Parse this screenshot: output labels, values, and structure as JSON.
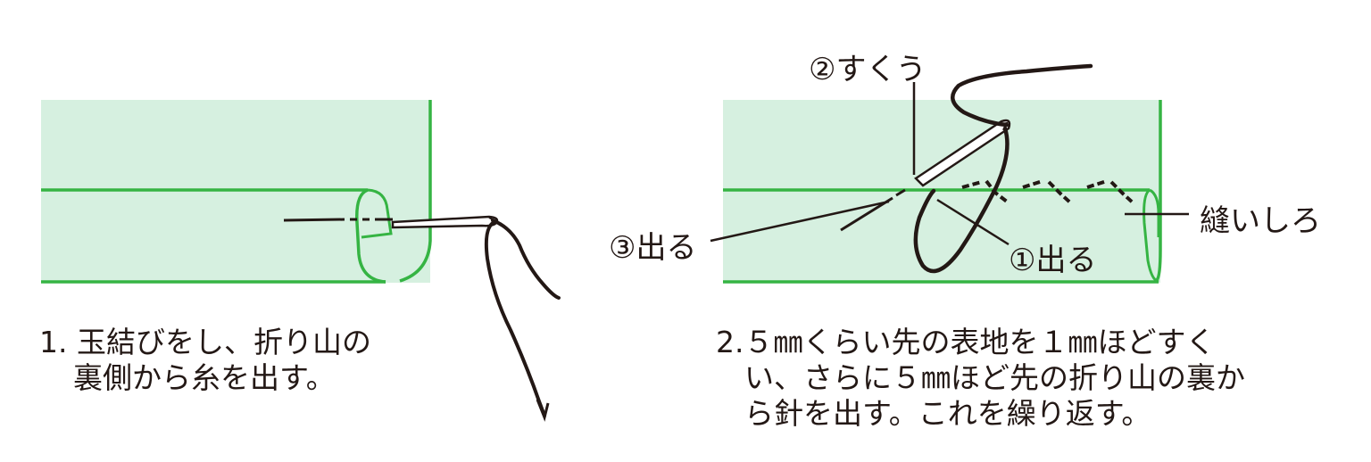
{
  "colors": {
    "fabric_fill": "#d6f0e0",
    "fabric_edge": "#35b443",
    "thread": "#231815",
    "needle": "#231815",
    "background": "#ffffff"
  },
  "panel1": {
    "caption_line1": "1. 玉結びをし、折り山の",
    "caption_line2": "裏側から糸を出す。"
  },
  "panel2": {
    "label_scoop": "②すくう",
    "label_out3": "③出る",
    "label_out1": "①出る",
    "label_seam_allowance": "縫いしろ",
    "caption_line1": "2.５㎜くらい先の表地を１㎜ほどすく",
    "caption_line2": "い、さらに５㎜ほど先の折り山の裏か",
    "caption_line3": "ら針を出す。これを繰り返す。"
  }
}
